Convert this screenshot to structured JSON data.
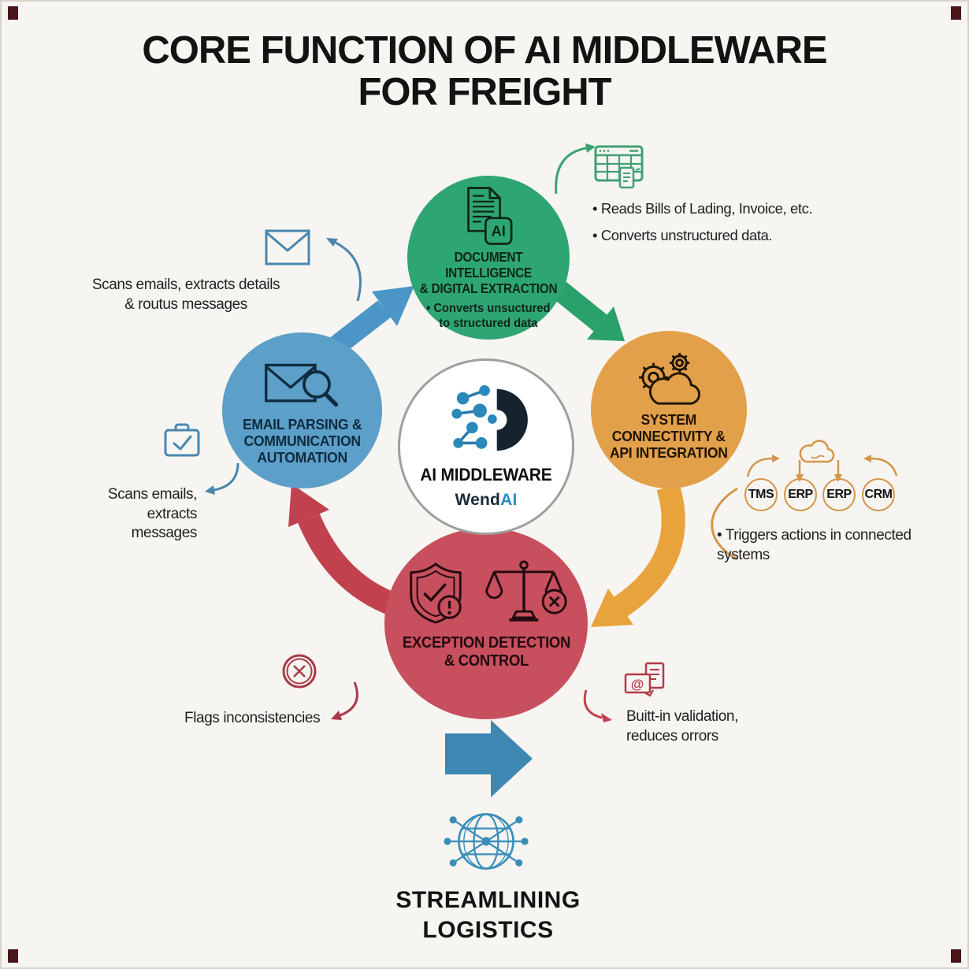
{
  "title": [
    "CORE FUNCTION OF AI MIDDLEWARE",
    "FOR FREIGHT"
  ],
  "center": {
    "label": "AI MIDDLEWARE",
    "brand_wend": "Wend",
    "brand_ai": "AI"
  },
  "nodes": {
    "document": {
      "title": [
        "DOCUMENT INTELLIGENCE",
        "& DIGITAL EXTRACTION"
      ],
      "bullet": [
        "•  Converts unsuctured",
        "to structured data"
      ],
      "icon": "document-ai-icon",
      "icon_badge": "AI",
      "color": "#2ea673"
    },
    "email": {
      "title": [
        "EMAIL PARSING &",
        "COMMUNICATION",
        "AUTOMATION"
      ],
      "icon": "email-search-icon",
      "color": "#5c9fc8"
    },
    "system": {
      "title": [
        "SYSTEM",
        "CONNECTIVITY &",
        "API INTEGRATION"
      ],
      "icon": "gears-cloud-icon",
      "color": "#e3a04b"
    },
    "exception": {
      "title": [
        "EXCEPTION DETECTION",
        "& CONTROL"
      ],
      "icon": "shield-alert-and-scales-icons",
      "color": "#c84f5e"
    }
  },
  "annotations": {
    "document_side": {
      "icon": "spreadsheet-icon",
      "bullets": [
        "•  Reads Bills of Lading, Invoice, etc.",
        "•  Converts  unstructured data."
      ]
    },
    "email_top": {
      "icon": "envelope-icon",
      "text": [
        "Scans emails, extracts details",
        "& routus messages"
      ]
    },
    "email_side": {
      "icon": "inbox-check-icon",
      "text": [
        "Scans emails, extracts",
        "messages"
      ]
    },
    "system_side": {
      "icon": "cloud-icon",
      "bullet": "•  Triggers actions in connected systems"
    },
    "exception_left": {
      "icon": "cancel-icon",
      "text": "Flags inconsistencies"
    },
    "exception_right": {
      "icon": "email-validation-icon",
      "at_sign": "@",
      "text": [
        "Buitt-in validation,",
        "reduces orrors"
      ]
    }
  },
  "systems": [
    {
      "label": "TMS"
    },
    {
      "label": "ERP"
    },
    {
      "label": "ERP"
    },
    {
      "label": "CRM"
    }
  ],
  "footer": {
    "icon": "globe-network-icon",
    "text": [
      "STREAMLINING",
      "LOGISTICS"
    ]
  },
  "colors": {
    "background": "#f7f5f1",
    "green": "#2ea673",
    "blue": "#5c9fc8",
    "orange": "#e3a04b",
    "red": "#c84f5e",
    "navy": "#1b2b3a",
    "brand_blue": "#2d8dc3",
    "arrow_blue": "#4b96c6",
    "arrow_green": "#2aa06a",
    "arrow_orange": "#e8a33c",
    "arrow_red": "#c2414f",
    "text": "#1c1c1c"
  }
}
